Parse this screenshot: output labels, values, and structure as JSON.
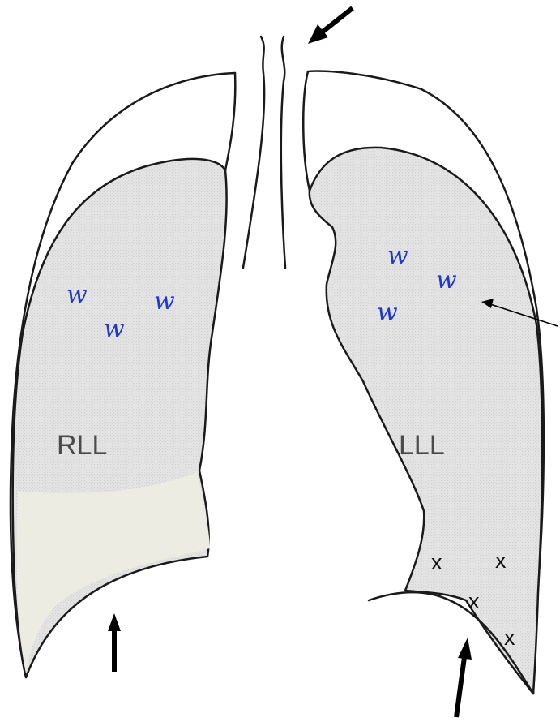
{
  "lobes": {
    "right_lower": "RLL",
    "left_lower": "LLL"
  },
  "wheeze_marks": {
    "right": [
      "w",
      "w",
      "w"
    ],
    "left": [
      "w",
      "w",
      "w"
    ]
  },
  "crackle_marks": [
    "x",
    "x",
    "x",
    "x"
  ],
  "colors": {
    "outline": "#1a1a1a",
    "lobe_fill": "#e6e6e6",
    "effusion_fill": "#ecece3",
    "wheeze_text": "#1f3ac9",
    "arrow": "#000000"
  }
}
